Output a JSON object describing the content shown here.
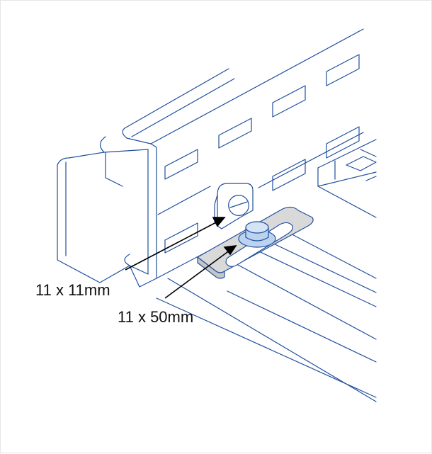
{
  "labels": {
    "small_slot": "11 x 11mm",
    "large_slot": "11 x 50mm"
  },
  "colors": {
    "line": "#1f4f9e",
    "leader": "#000000",
    "text": "#111111",
    "background": "#ffffff",
    "plate_fill": "#d9d9d9",
    "bolt_fill": "#bcd2ee"
  },
  "icons": [
    "cable-tray-drawing"
  ]
}
